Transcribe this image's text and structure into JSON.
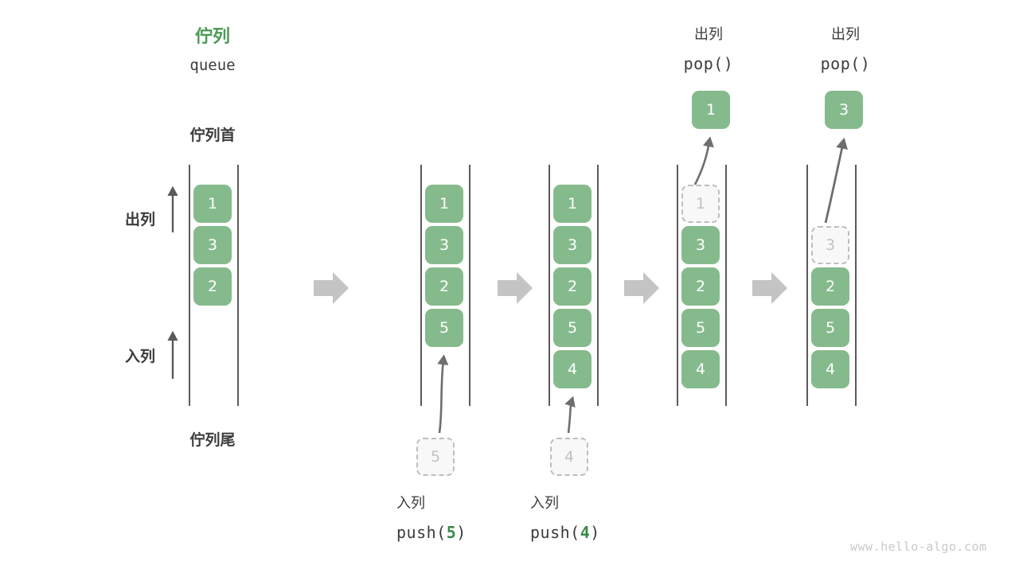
{
  "meta": {
    "watermark": "www.hello-algo.com",
    "colors": {
      "cell_fill": "#85BB8C",
      "cell_text": "#FFFFFF",
      "ghost_fill": "#F8F8F8",
      "ghost_border": "#BDBDBD",
      "ghost_text": "#C2C2C2",
      "accent_green": "#4C9A55",
      "text_dark": "#3C3C3C",
      "rail": "#5A5A5A",
      "step_arrow": "#C4C4C4",
      "curve_arrow": "#6E6E6E"
    }
  },
  "title": {
    "cn": "佇列",
    "en": "queue"
  },
  "annotations": {
    "front_label": "佇列首",
    "rear_label": "佇列尾",
    "dequeue_label": "出列",
    "enqueue_label": "入列"
  },
  "steps": [
    {
      "id": "initial",
      "kind": "initial",
      "header_cn": "",
      "header_code": "",
      "cells": [
        "1",
        "3",
        "2"
      ],
      "ghost_index": -1,
      "caption_cn": "",
      "caption_code": "",
      "caption_arg": ""
    },
    {
      "id": "push-5",
      "kind": "push",
      "header_cn": "",
      "header_code": "",
      "cells": [
        "1",
        "3",
        "2",
        "5"
      ],
      "ghost_index": -1,
      "incoming_value": "5",
      "caption_cn": "入列",
      "caption_code_prefix": "push(",
      "caption_arg": "5",
      "caption_code_suffix": ")"
    },
    {
      "id": "push-4",
      "kind": "push",
      "header_cn": "",
      "header_code": "",
      "cells": [
        "1",
        "3",
        "2",
        "5",
        "4"
      ],
      "ghost_index": -1,
      "incoming_value": "4",
      "caption_cn": "入列",
      "caption_code_prefix": "push(",
      "caption_arg": "4",
      "caption_code_suffix": ")"
    },
    {
      "id": "pop-1",
      "kind": "pop",
      "header_cn": "出列",
      "header_code": "pop()",
      "cells": [
        "1",
        "3",
        "2",
        "5",
        "4"
      ],
      "ghost_index": 0,
      "popped_value": "1",
      "caption_cn": "",
      "caption_code": "",
      "caption_arg": ""
    },
    {
      "id": "pop-3",
      "kind": "pop",
      "header_cn": "出列",
      "header_code": "pop()",
      "cells": [
        "3",
        "2",
        "5",
        "4"
      ],
      "ghost_index": 0,
      "popped_value": "3",
      "caption_cn": "",
      "caption_code": "",
      "caption_arg": ""
    }
  ],
  "step_arrows": [
    "→",
    "→",
    "→",
    "→"
  ]
}
